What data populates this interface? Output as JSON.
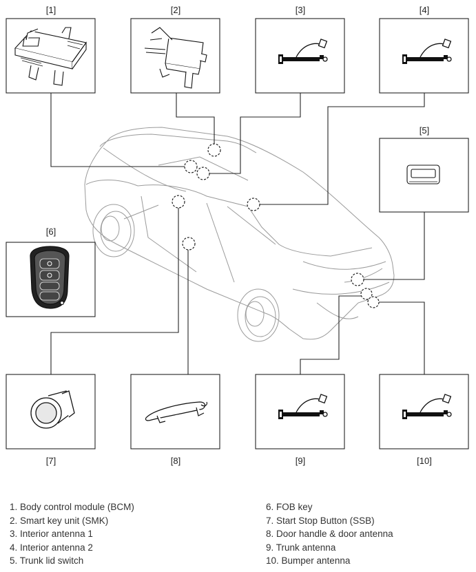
{
  "component_labels": [
    "[1]",
    "[2]",
    "[3]",
    "[4]",
    "[5]",
    "[6]",
    "[7]",
    "[8]",
    "[9]",
    "[10]"
  ],
  "legend_left": [
    "1. Body control module (BCM)",
    "2. Smart key unit (SMK)",
    "3. Interior antenna 1",
    "4. Interior antenna 2",
    "5. Trunk lid switch"
  ],
  "legend_right": [
    "6. FOB key",
    "7. Start Stop Button (SSB)",
    "8. Door handle & door antenna",
    "9. Trunk antenna",
    "10. Bumper antenna"
  ],
  "components": [
    {
      "id": "1",
      "icon": "bcm-module-icon"
    },
    {
      "id": "2",
      "icon": "smk-unit-icon"
    },
    {
      "id": "3",
      "icon": "antenna-icon"
    },
    {
      "id": "4",
      "icon": "antenna-icon"
    },
    {
      "id": "5",
      "icon": "switch-icon"
    },
    {
      "id": "6",
      "icon": "fob-key-icon"
    },
    {
      "id": "7",
      "icon": "start-button-icon"
    },
    {
      "id": "8",
      "icon": "door-handle-icon"
    },
    {
      "id": "9",
      "icon": "antenna-icon"
    },
    {
      "id": "10",
      "icon": "antenna-icon"
    }
  ]
}
